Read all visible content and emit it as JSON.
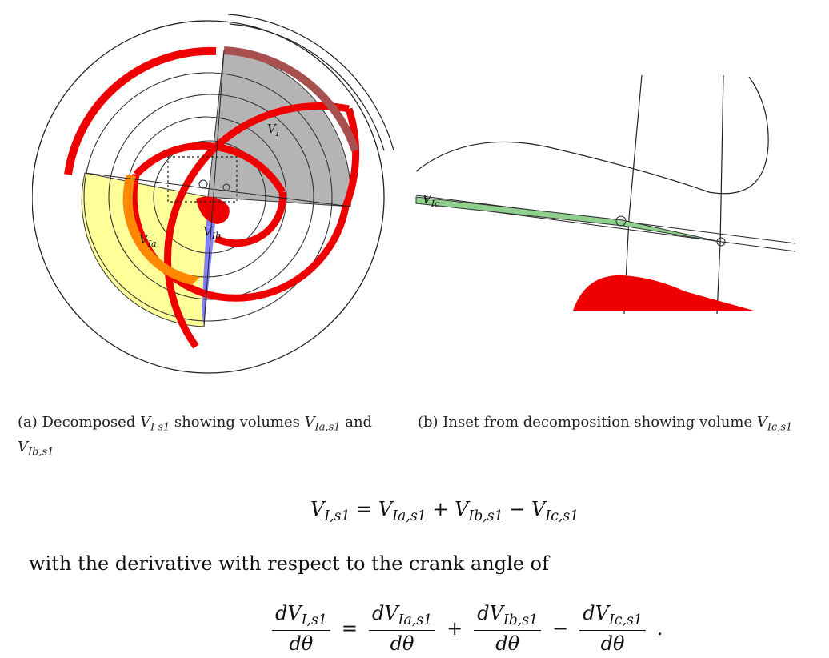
{
  "figure_a": {
    "labels": {
      "vi": "V",
      "vi_sub": "I",
      "via": "V",
      "via_sub": "Ia",
      "vib": "V",
      "vib_sub": "Ib"
    },
    "caption": {
      "prefix": "(a) Decomposed ",
      "v1": "V",
      "s1": "I s1",
      "mid": " showing volumes ",
      "v2": "V",
      "s2": "Ia,s1",
      "and": " and ",
      "v3": "V",
      "s3": "Ib,s1"
    }
  },
  "figure_b": {
    "labels": {
      "vic": "V",
      "vic_sub": "Ic"
    },
    "caption": {
      "prefix": "(b) Inset from decomposition showing volume ",
      "v1": "V",
      "s1": "Ic,s1"
    }
  },
  "colors": {
    "red": "#ee0000",
    "gray": "#b4b4b4",
    "yellow": "#ffff99",
    "orange": "#ff8800",
    "blue": "#7777ff",
    "green": "#8fd08f"
  },
  "equation1": {
    "lhs": "V",
    "lhs_sub": "I,s1",
    "eq": "=",
    "t1": "V",
    "t1_sub": "Ia,s1",
    "plus": "+",
    "t2": "V",
    "t2_sub": "Ib,s1",
    "minus": "−",
    "t3": "V",
    "t3_sub": "Ic,s1"
  },
  "text_line": "with the derivative with respect to the crank angle of",
  "equation2": {
    "lhs_num": "dV",
    "lhs_num_sub": "I,s1",
    "den": "dθ",
    "eq": "=",
    "t1_num": "dV",
    "t1_num_sub": "Ia,s1",
    "plus": "+",
    "t2_num": "dV",
    "t2_num_sub": "Ib,s1",
    "minus": "−",
    "t3_num": "dV",
    "t3_num_sub": "Ic,s1",
    "end": "."
  }
}
